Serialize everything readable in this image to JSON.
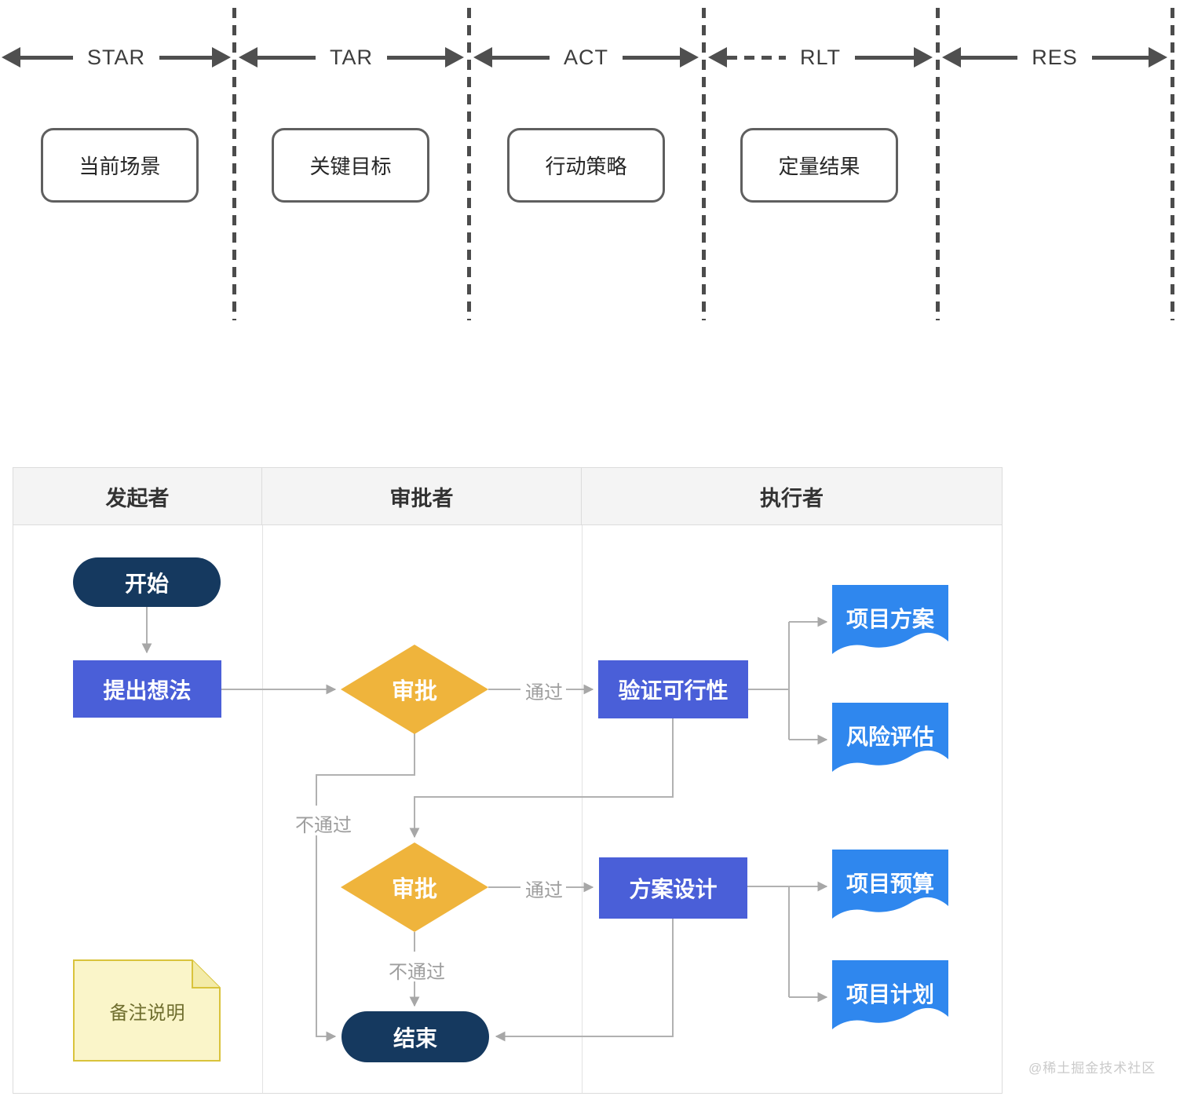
{
  "timeline": {
    "segments": [
      {
        "label": "STAR"
      },
      {
        "label": "TAR"
      },
      {
        "label": "ACT"
      },
      {
        "label": "RLT"
      },
      {
        "label": "RES"
      }
    ],
    "boxes": [
      {
        "label": "当前场景"
      },
      {
        "label": "关键目标"
      },
      {
        "label": "行动策略"
      },
      {
        "label": "定量结果"
      }
    ]
  },
  "swimlane": {
    "lanes": [
      {
        "title": "发起者"
      },
      {
        "title": "审批者"
      },
      {
        "title": "执行者"
      }
    ]
  },
  "flow": {
    "start": "开始",
    "propose": "提出想法",
    "approve1": "审批",
    "pass1": "通过",
    "fail1": "不通过",
    "verify": "验证可行性",
    "doc_proposal": "项目方案",
    "doc_risk": "风险评估",
    "approve2": "审批",
    "pass2": "通过",
    "fail2": "不通过",
    "design": "方案设计",
    "doc_budget": "项目预算",
    "doc_schedule": "项目计划",
    "end": "结束",
    "note": "备注说明"
  },
  "watermark": "@稀土掘金技术社区",
  "colors": {
    "navy": "#15395f",
    "action_blue": "#4a5fd8",
    "doc_blue": "#2f87ee",
    "diamond_orange": "#efb43c",
    "note_yellow": "#faf5c9",
    "connector_gray": "#b1b1b1"
  }
}
